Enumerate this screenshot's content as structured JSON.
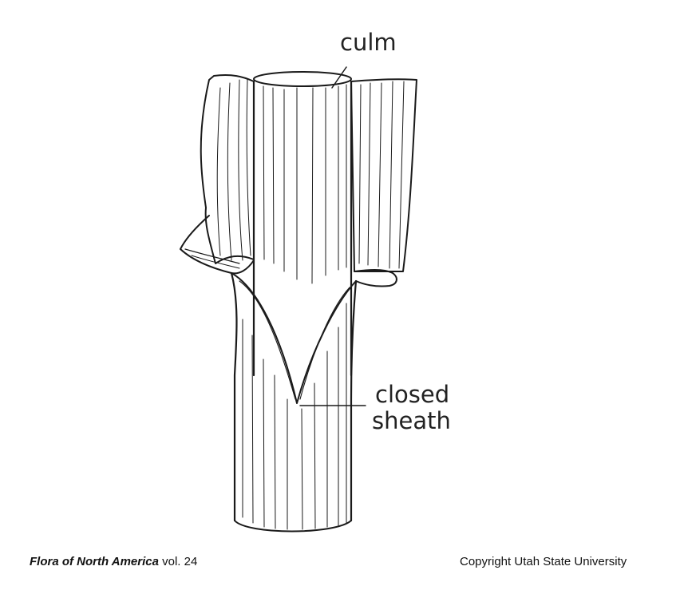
{
  "labels": {
    "culm": "culm",
    "closed": "closed",
    "sheath": "sheath"
  },
  "footer": {
    "title": "Flora of North America",
    "volume": " vol. 24",
    "copyright": "Copyright Utah State University"
  },
  "colors": {
    "ink": "#1a1a1a",
    "background": "#ffffff"
  }
}
